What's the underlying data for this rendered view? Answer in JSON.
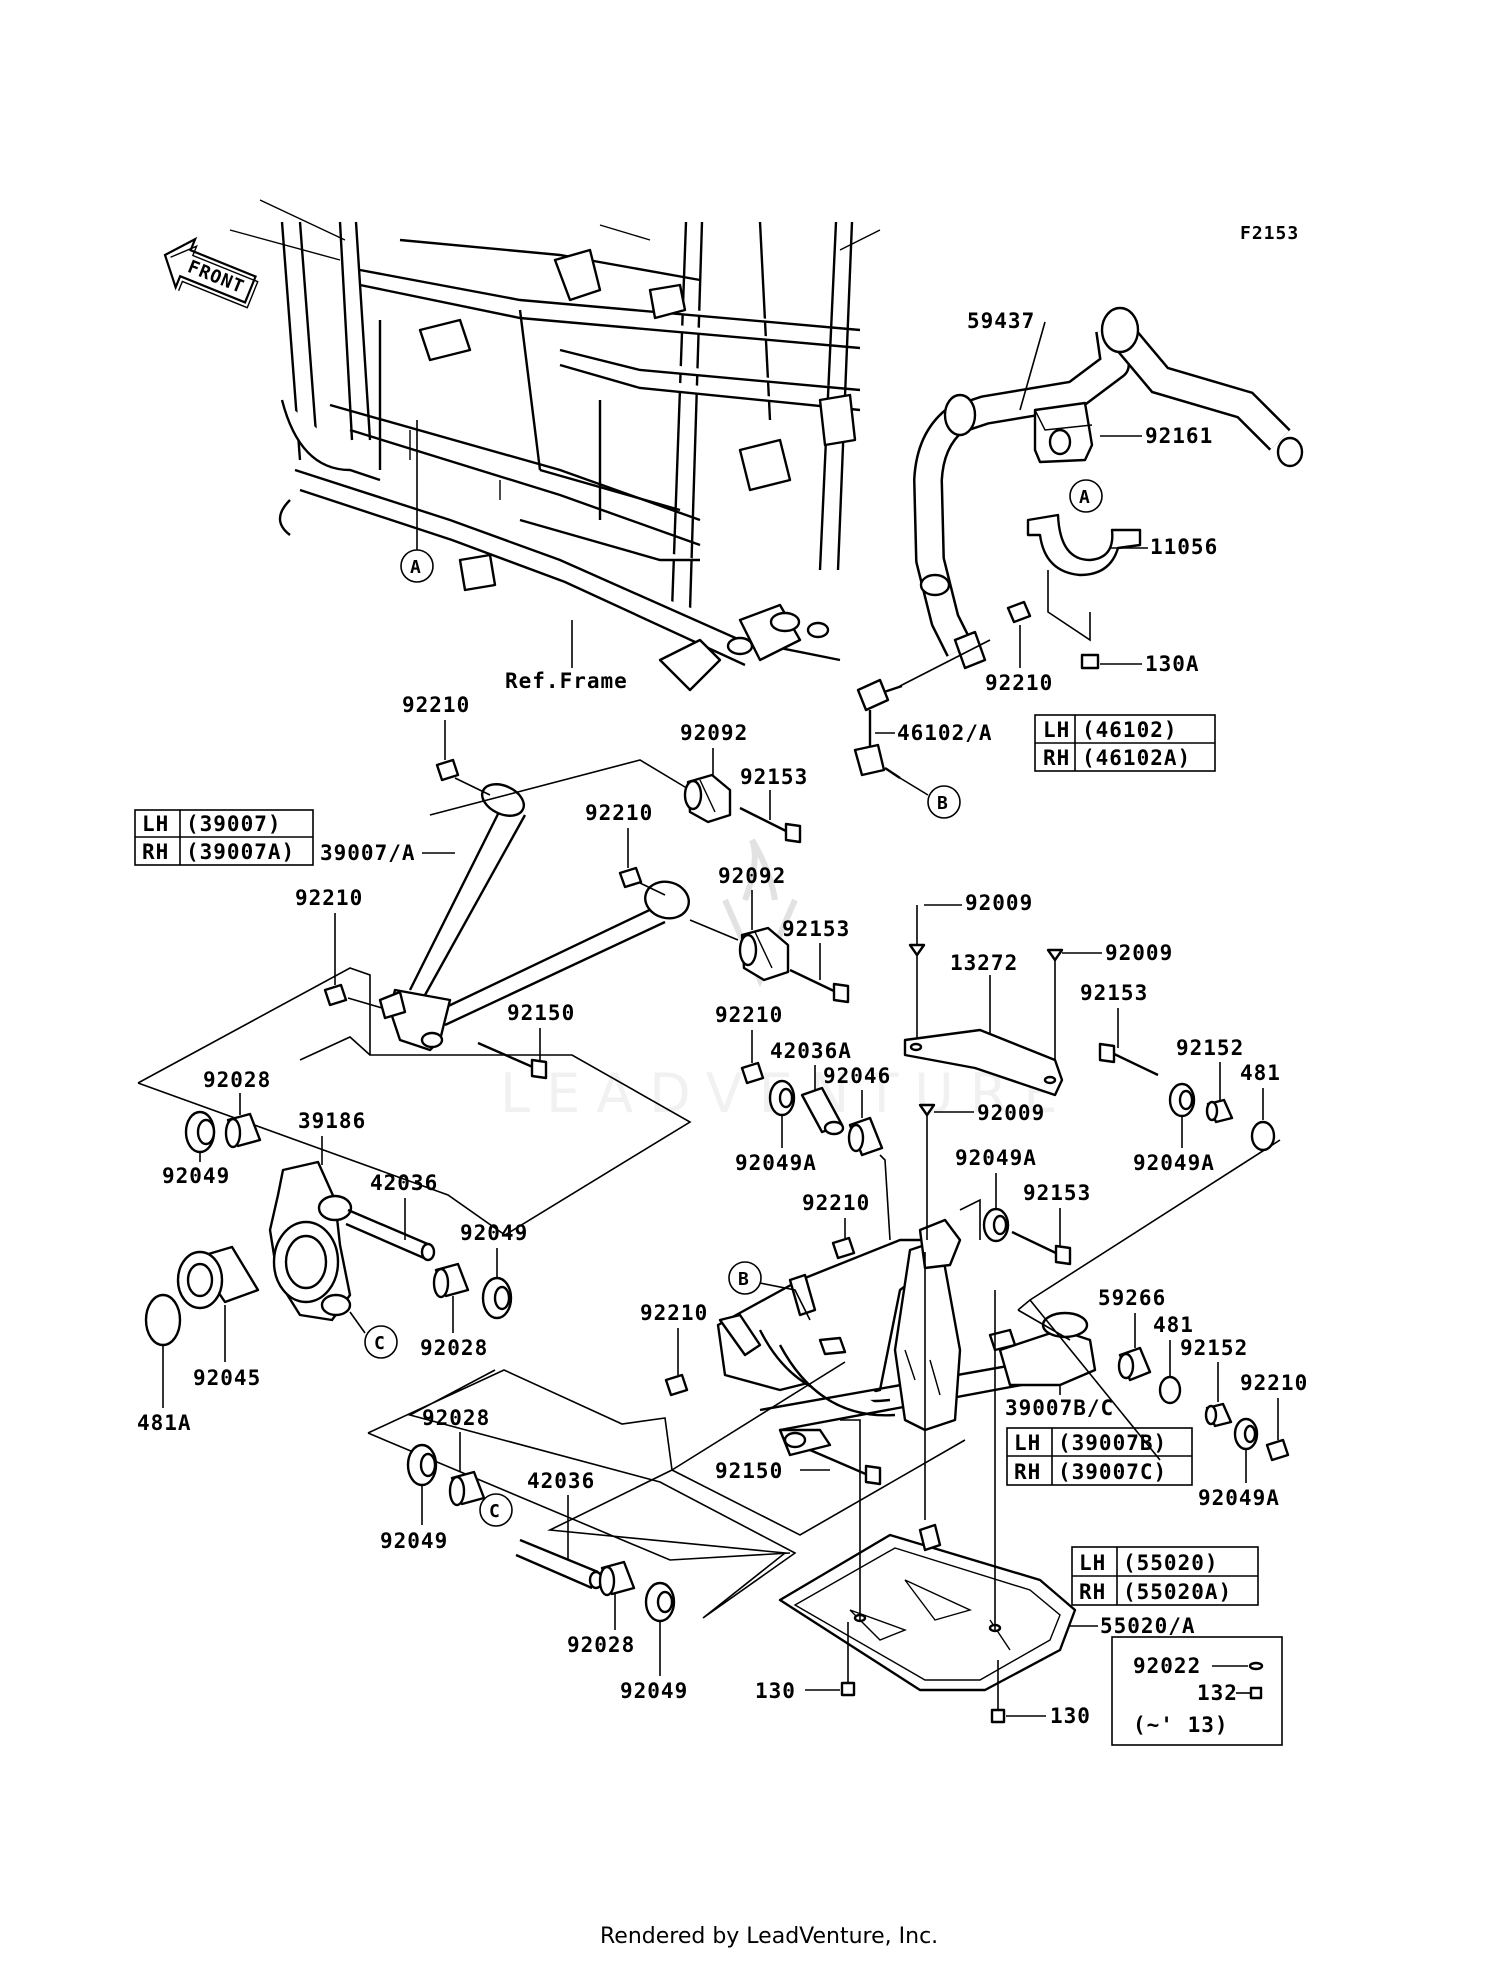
{
  "figure_code": "F2153",
  "front_label": "FRONT",
  "ref_frame": "Ref.Frame",
  "watermark": "LEADVENTURE",
  "footer": "Rendered by LeadVenture, Inc.",
  "callout_letters": {
    "a": "A",
    "b": "B",
    "c": "C"
  },
  "parts": {
    "p59437": "59437",
    "p92161": "92161",
    "p11056": "11056",
    "p130A": "130A",
    "p92210_bar": "92210",
    "p46102": "46102/A",
    "p92210_top": "92210",
    "p92092_top": "92092",
    "p92153_top": "92153",
    "p39007": "39007/A",
    "p92210_mid": "92210",
    "p92092_mid": "92092",
    "p92210_left": "92210",
    "p92153_mid": "92153",
    "p92150_up": "92150",
    "p92210_low": "92210",
    "p42036A": "42036A",
    "p92046": "92046",
    "p92049A_l": "92049A",
    "p92009_a": "92009",
    "p13272": "13272",
    "p92009_b": "92009",
    "p92009_c": "92009",
    "p92153_r": "92153",
    "p92152_r": "92152",
    "p481_r": "481",
    "p92049A_r": "92049A",
    "p92049A_m": "92049A",
    "p92153_m": "92153",
    "p92028_a": "92028",
    "p39186": "39186",
    "p92049_a": "92049",
    "p42036_a": "42036",
    "p92049_b": "92049",
    "p92028_b": "92028",
    "p92045": "92045",
    "p481A": "481A",
    "p92210_arm": "92210",
    "p92210_lw": "92210",
    "p59266": "59266",
    "p481_b": "481",
    "p92152_b": "92152",
    "p92210_br": "92210",
    "p39007BC": "39007B/C",
    "p92049A_b": "92049A",
    "p92150_lo": "92150",
    "p92028_c": "92028",
    "p42036_b": "42036",
    "p92049_c": "92049",
    "p92028_d": "92028",
    "p92049_d": "92049",
    "p55020": "55020/A",
    "p130_l": "130",
    "p130_r": "130",
    "p92022": "92022",
    "p132": "132",
    "p13": "(~' 13)"
  },
  "tables": {
    "t46102": {
      "lh": "LH",
      "lh_val": "(46102)",
      "rh": "RH",
      "rh_val": "(46102A)"
    },
    "t39007": {
      "lh": "LH",
      "lh_val": "(39007)",
      "rh": "RH",
      "rh_val": "(39007A)"
    },
    "t39007BC": {
      "lh": "LH",
      "lh_val": "(39007B)",
      "rh": "RH",
      "rh_val": "(39007C)"
    },
    "t55020": {
      "lh": "LH",
      "lh_val": "(55020)",
      "rh": "RH",
      "rh_val": "(55020A)"
    }
  }
}
